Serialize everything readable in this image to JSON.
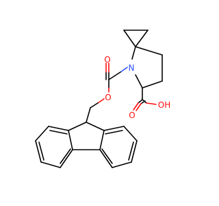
{
  "molecule": {
    "atom_labels": {
      "nitrogen": "N",
      "carbamate_carbonyl_o": "O",
      "carbamate_ester_o": "O",
      "acid_carbonyl_o": "O",
      "acid_hydroxyl": "OH"
    },
    "colors": {
      "bond": "#000000",
      "oxygen": "#ff0d0d",
      "nitrogen": "#3050f8",
      "background": "#ffffff"
    }
  }
}
